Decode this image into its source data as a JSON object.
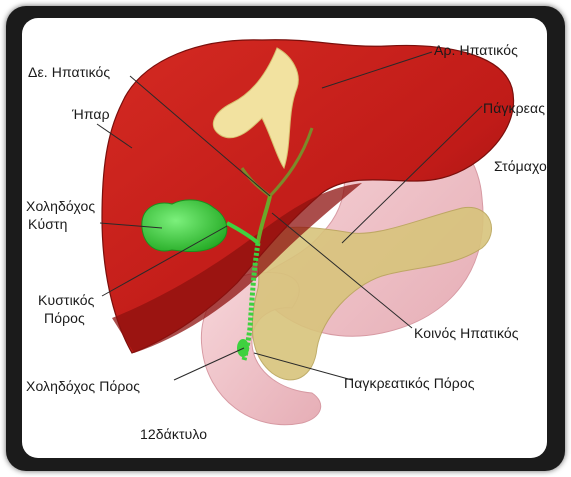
{
  "labels": {
    "right_hepatic": "Αρ. Ηπατικός",
    "left_hepatic": "Δε. Ηπατικός",
    "liver": "Ήπαρ",
    "pancreas": "Πάγκρεας",
    "stomach": "Στόμαχο",
    "gallbladder_line1": "Χοληδόχος",
    "gallbladder_line2": "Κύστη",
    "cystic_duct_line1": "Κυστικός",
    "cystic_duct_line2": "Πόρος",
    "common_hepatic": "Κοινός Ηπατικός",
    "common_bile_duct": "Χοληδόχος Πόρος",
    "pancreatic_duct": "Παγκρεατικός Πόρος",
    "duodenum": "12δάκτυλο"
  },
  "colors": {
    "frame": "#1b1b1b",
    "liver": "#c5201c",
    "liver_dark": "#8e120f",
    "stomach": "#f0c3c8",
    "pancreas": "#d8c47c",
    "gallbladder": "#3fd13f",
    "duct_yellow": "#f2e2a0"
  }
}
